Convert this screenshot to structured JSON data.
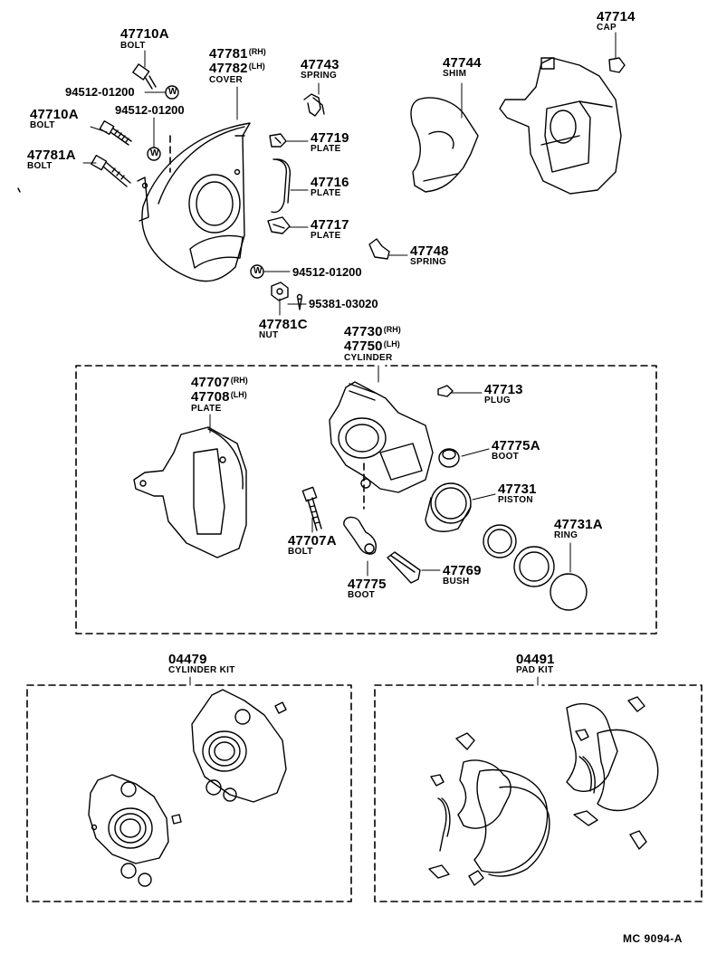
{
  "labels": {
    "p47710A_top": {
      "num": "47710A",
      "name": "BOLT"
    },
    "p47781": {
      "num1": "47781",
      "suf1": "(RH)",
      "num2": "47782",
      "suf2": "(LH)",
      "name": "COVER"
    },
    "p47743": {
      "num": "47743",
      "name": "SPRING"
    },
    "p47744": {
      "num": "47744",
      "name": "SHIM"
    },
    "p47714": {
      "num": "47714",
      "name": "CAP"
    },
    "w1": "94512-01200",
    "w2": "94512-01200",
    "w3": "94512-01200",
    "p47710A_mid": {
      "num": "47710A",
      "name": "BOLT"
    },
    "p47781A": {
      "num": "47781A",
      "name": "BOLT"
    },
    "p47719": {
      "num": "47719",
      "name": "PLATE"
    },
    "p47716": {
      "num": "47716",
      "name": "PLATE"
    },
    "p47717": {
      "num": "47717",
      "name": "PLATE"
    },
    "p47748": {
      "num": "47748",
      "name": "SPRING"
    },
    "p95381": "95381-03020",
    "p47781C": {
      "num": "47781C",
      "name": "NUT"
    },
    "p47730": {
      "num1": "47730",
      "suf1": "(RH)",
      "num2": "47750",
      "suf2": "(LH)",
      "name": "CYLINDER"
    },
    "p47707": {
      "num1": "47707",
      "suf1": "(RH)",
      "num2": "47708",
      "suf2": "(LH)",
      "name": "PLATE"
    },
    "p47713": {
      "num": "47713",
      "name": "PLUG"
    },
    "p47775A": {
      "num": "47775A",
      "name": "BOOT"
    },
    "p47731": {
      "num": "47731",
      "name": "PISTON"
    },
    "p47731A": {
      "num": "47731A",
      "name": "RING"
    },
    "p47707A": {
      "num": "47707A",
      "name": "BOLT"
    },
    "p47769": {
      "num": "47769",
      "name": "BUSH"
    },
    "p47775": {
      "num": "47775",
      "name": "BOOT"
    },
    "k04479": {
      "num": "04479",
      "name": "CYLINDER KIT"
    },
    "k04491": {
      "num": "04491",
      "name": "PAD KIT"
    },
    "washer_mark": "W",
    "footer": "MC 9094-A"
  }
}
